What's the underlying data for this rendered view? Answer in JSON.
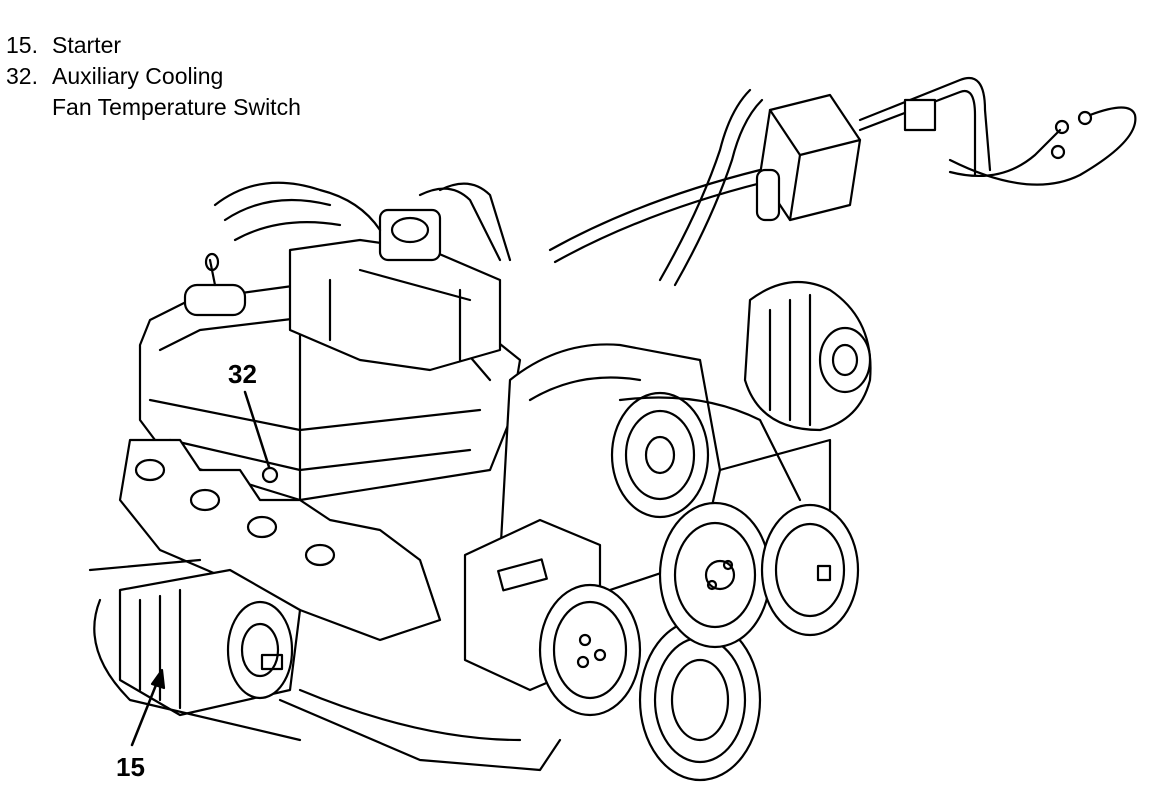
{
  "legend": [
    {
      "number": "15.",
      "lines": [
        "Starter"
      ]
    },
    {
      "number": "32.",
      "lines": [
        "Auxiliary Cooling",
        "Fan Temperature Switch"
      ]
    }
  ],
  "callouts": {
    "starter": "15",
    "fan_switch": "32"
  },
  "colors": {
    "ink": "#000000",
    "paper": "#ffffff"
  }
}
